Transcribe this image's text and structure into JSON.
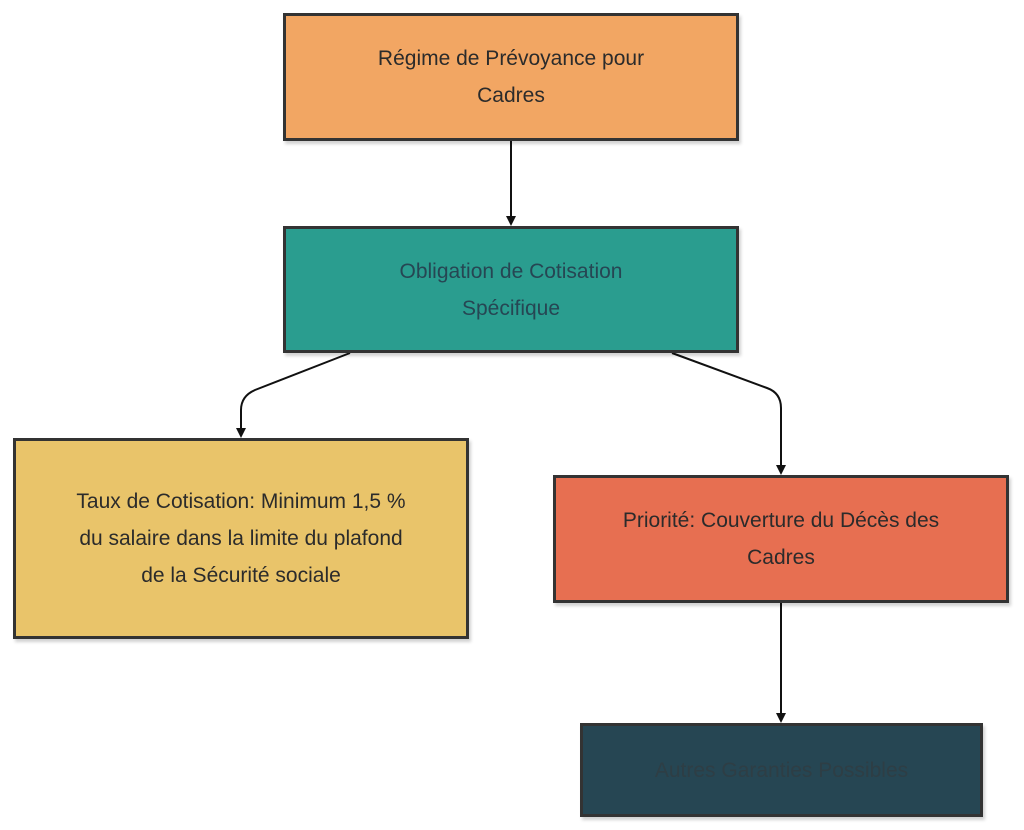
{
  "diagram": {
    "nodes": [
      {
        "id": "n1",
        "label": "Régime de Prévoyance pour Cadres",
        "color": "#F2A663",
        "text_color": "#2b2b2b"
      },
      {
        "id": "n2",
        "label": "Obligation de Cotisation Spécifique",
        "color": "#2A9D8F",
        "text_color": "#264653"
      },
      {
        "id": "n3",
        "label": "Taux de Cotisation: Minimum 1,5 % du salaire dans la limite du plafond de la Sécurité sociale",
        "color": "#E9C46A",
        "text_color": "#2b2b2b"
      },
      {
        "id": "n4",
        "label": "Priorité: Couverture du Décès des Cadres",
        "color": "#E76F51",
        "text_color": "#2b2b2b"
      },
      {
        "id": "n5",
        "label": "Autres Garanties Possibles",
        "color": "#264653",
        "text_color": "#2e3e45"
      }
    ],
    "edges": [
      {
        "from": "n1",
        "to": "n2"
      },
      {
        "from": "n2",
        "to": "n3"
      },
      {
        "from": "n2",
        "to": "n4"
      },
      {
        "from": "n4",
        "to": "n5"
      }
    ],
    "edge_color": "#111111"
  }
}
